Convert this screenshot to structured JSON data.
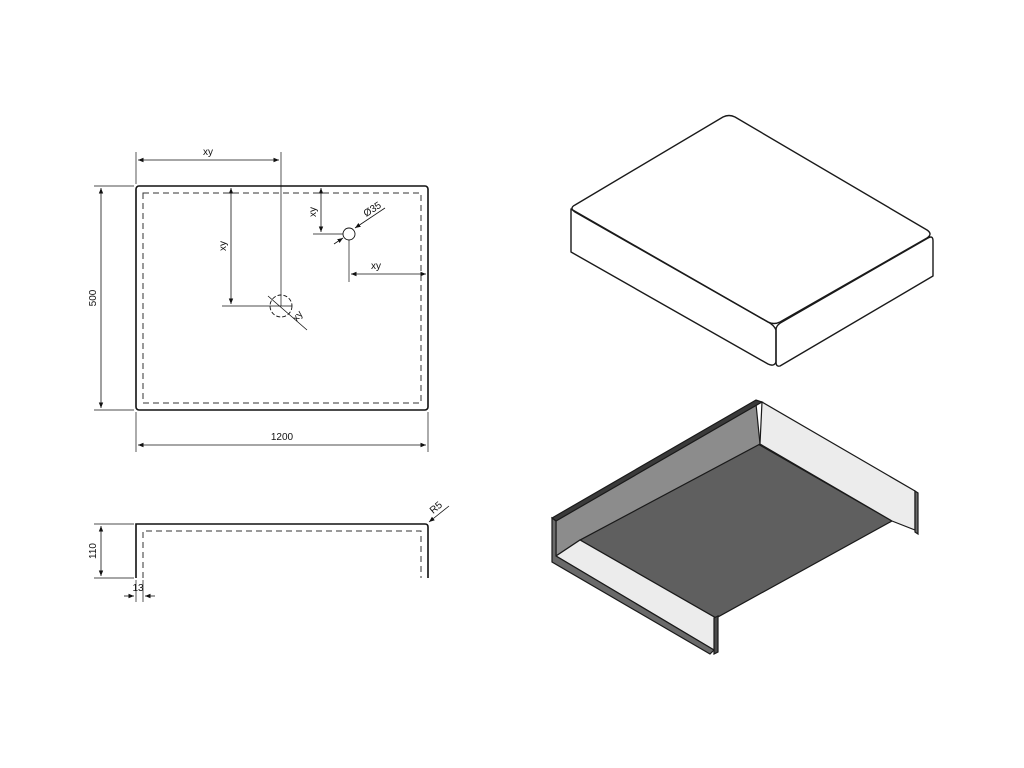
{
  "drawing": {
    "top_view": {
      "width_dim": "1200",
      "height_dim": "500",
      "hole_offset_x": "xy",
      "hole_offset_y": "xy",
      "hole_diameter": "Ø35",
      "small_hole_offset_y": "xy",
      "small_hole_offset_x": "xy",
      "diag_dim": "xy"
    },
    "side_view": {
      "height_dim": "110",
      "thickness_dim": "13",
      "radius_dim": "R5"
    },
    "colors": {
      "top_face": "#e6e6e6",
      "side_dark": "#666666",
      "side_light": "#d9d9d9",
      "inner_floor": "#5f5f5f",
      "inner_wall": "#8a8a8a",
      "under_face": "#ededed"
    }
  }
}
